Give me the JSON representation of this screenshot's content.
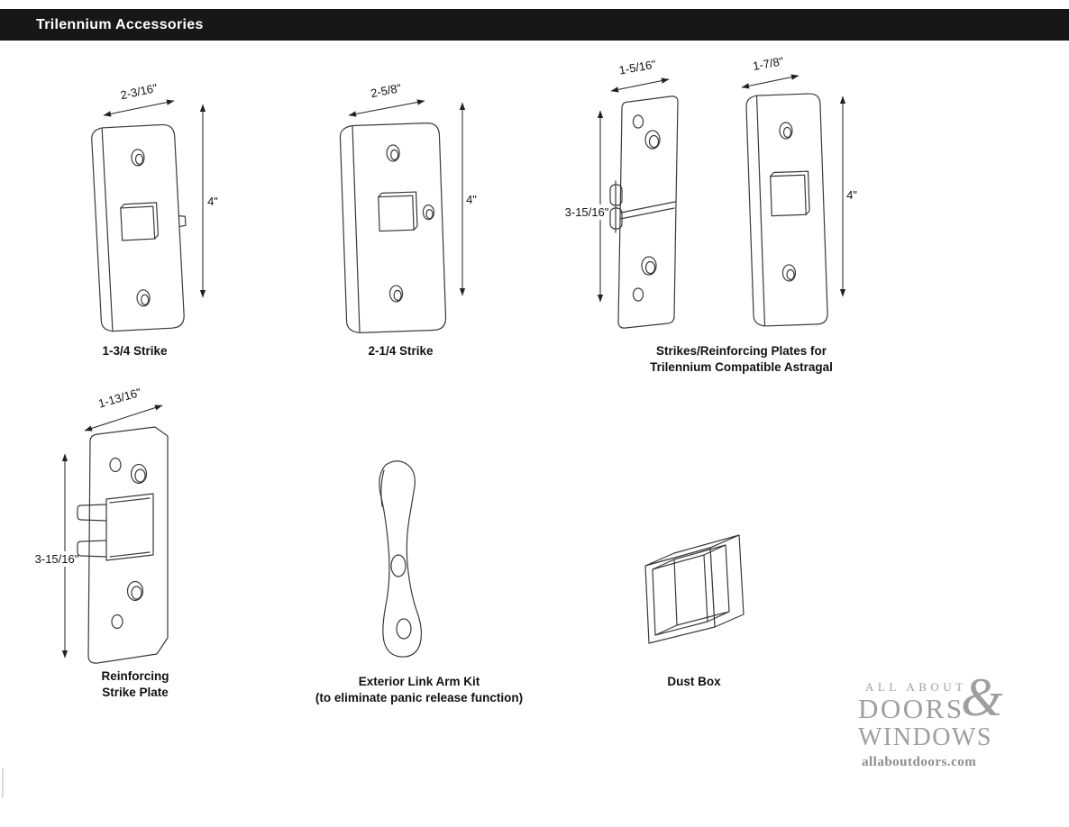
{
  "header": {
    "title": "Trilennium Accessories"
  },
  "figures": {
    "strike134": {
      "caption": "1-3/4 Strike",
      "dim_width": "2-3/16\"",
      "dim_height": "4\""
    },
    "strike214": {
      "caption": "2-1/4 Strike",
      "dim_width": "2-5/8\"",
      "dim_height": "4\""
    },
    "astragal": {
      "caption_line1": "Strikes/Reinforcing Plates for",
      "caption_line2": "Trilennium Compatible Astragal",
      "dim_width_left": "1-5/16\"",
      "dim_height_left": "3-15/16\"",
      "dim_width_right": "1-7/8\"",
      "dim_height_right": "4\""
    },
    "reinforcing": {
      "caption_line1": "Reinforcing",
      "caption_line2": "Strike Plate",
      "dim_width": "1-13/16\"",
      "dim_height": "3-15/16\""
    },
    "link_arm": {
      "caption_line1": "Exterior Link Arm Kit",
      "caption_line2": "(to eliminate panic release function)"
    },
    "dust_box": {
      "caption": "Dust Box"
    }
  },
  "logo": {
    "line1": "ALL ABOUT",
    "line2": "DOORS",
    "ampersand": "&",
    "line3": "WINDOWS",
    "url": "allaboutdoors.com"
  }
}
